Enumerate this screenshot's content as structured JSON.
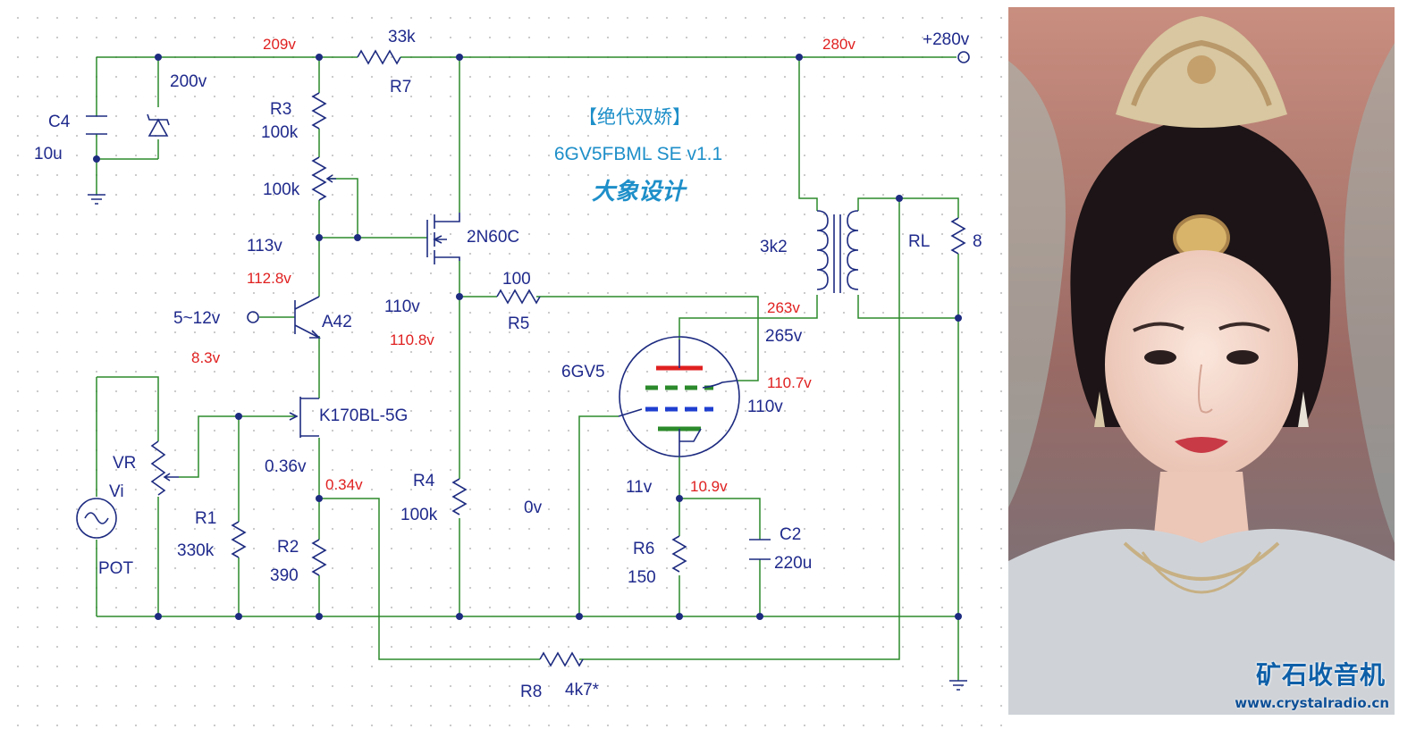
{
  "schematic": {
    "title_line1": "【绝代双娇】",
    "title_line2": "6GV5FBML SE v1.1",
    "designer": "大象设计",
    "labels": {
      "v209": "209v",
      "r7_value": "33k",
      "r7": "R7",
      "v280": "280v",
      "supply": "+280v",
      "c4": "C4",
      "c4_value": "10u",
      "zener": "200v",
      "r3": "R3",
      "r3_value": "100k",
      "pot_value": "100k",
      "v113": "113v",
      "v112_8": "112.8v",
      "bias_range": "5~12v",
      "v8_3": "8.3v",
      "q1": "A42",
      "q2": "K170BL-5G",
      "v0_36": "0.36v",
      "v0_34": "0.34v",
      "mosfet": "2N60C",
      "v110": "110v",
      "v110_8": "110.8v",
      "r5_value": "100",
      "r5": "R5",
      "r4": "R4",
      "r4_value": "100k",
      "v0": "0v",
      "tube": "6GV5",
      "v263": "263v",
      "v265": "265v",
      "v110_7": "110.7v",
      "v110_g2": "110v",
      "v11": "11v",
      "v10_9": "10.9v",
      "r6": "R6",
      "r6_value": "150",
      "c2": "C2",
      "c2_value": "220u",
      "transformer": "3k2",
      "rl": "RL",
      "rl_value": "8",
      "vr": "VR",
      "vi": "Vi",
      "pot": "POT",
      "r1": "R1",
      "r1_value": "330k",
      "r2": "R2",
      "r2_value": "390",
      "r8": "R8",
      "r8_value": "4k7*"
    }
  },
  "photo": {
    "watermark_cn": "矿石收音机",
    "watermark_url": "www.crystalradio.cn"
  },
  "colors": {
    "wire": "#2b8a2b",
    "component": "#1d2b80",
    "label": "#1f2a8c",
    "measured": "#e02020",
    "title": "#1e8fc9",
    "tube_plate": "#e02020",
    "tube_g3": "#2b8a2b",
    "tube_g2": "#1f3fd0",
    "tube_g1": "#2b8a2b"
  }
}
